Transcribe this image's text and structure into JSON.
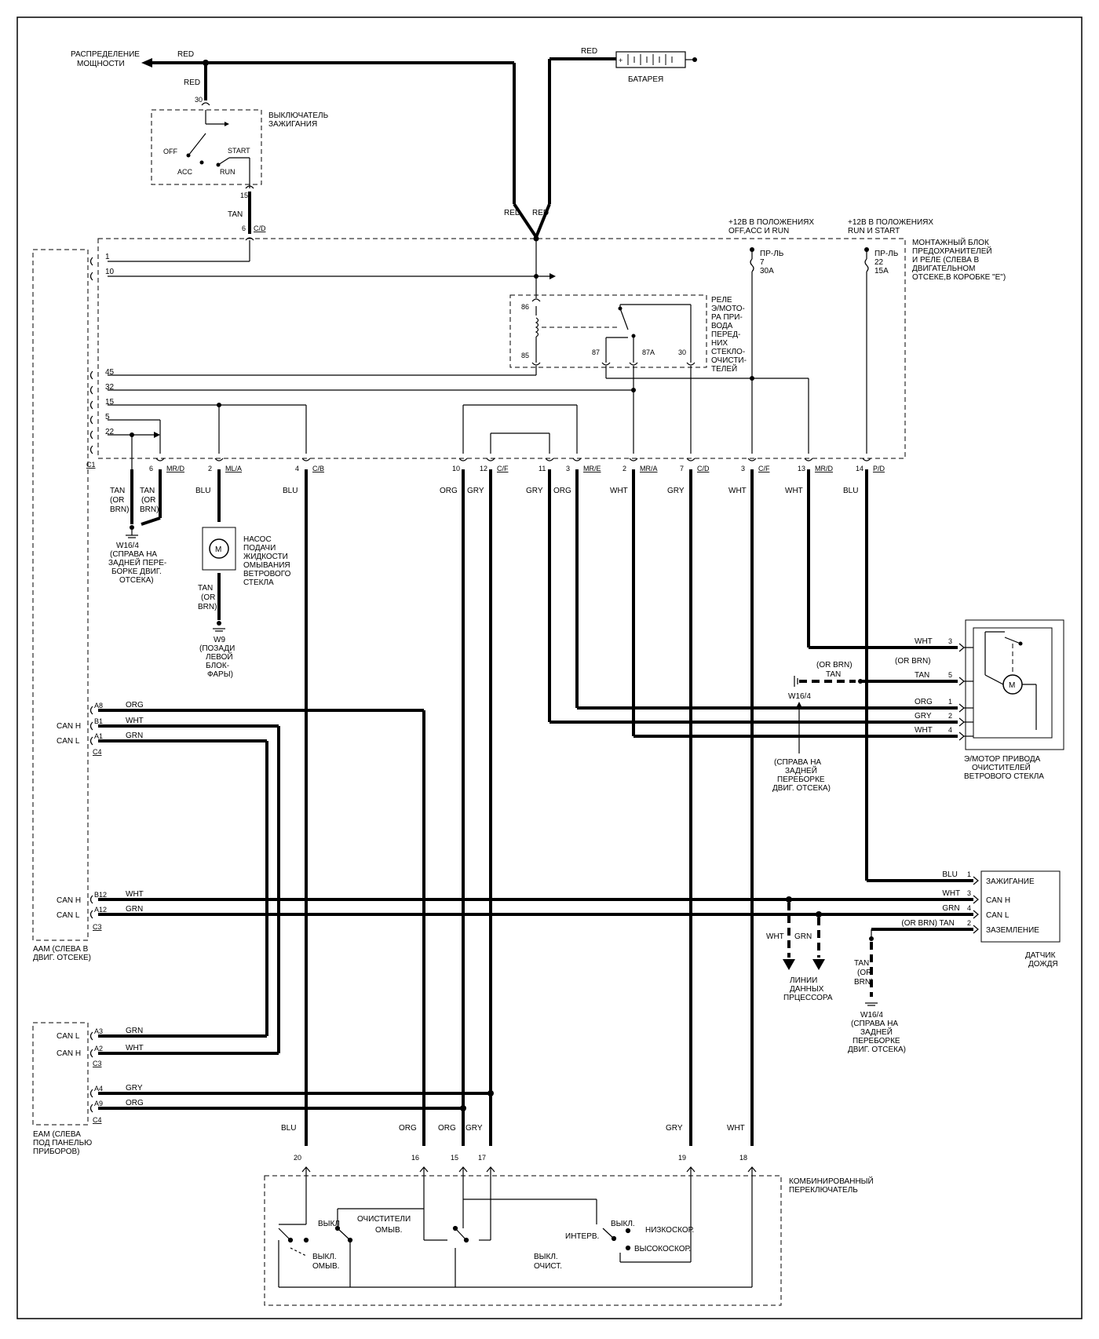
{
  "power": {
    "distribution": [
      "РАСПРЕДЕЛЕНИЕ",
      "МОЩНОСТИ"
    ],
    "red": "RED",
    "battery": "БАТАРЕЯ"
  },
  "ignition": {
    "title": [
      "ВЫКЛЮЧАТЕЛЬ",
      "ЗАЖИГАНИЯ"
    ],
    "pin_in": "30",
    "off": "OFF",
    "acc": "ACC",
    "run": "RUN",
    "start": "START",
    "pin_out": "15",
    "wire": "TAN",
    "conn_pin": "6",
    "conn": "C/D"
  },
  "fuse_box": {
    "title": [
      "МОНТАЖНЫЙ БЛОК",
      "ПРЕДОХРАНИТЕЛЕЙ",
      "И РЕЛЕ (СЛЕВА В",
      "ДВИГАТЕЛЬНОМ",
      "ОТСЕКЕ,В КОРОБКЕ \"E\")"
    ],
    "supply1": [
      "+12В В ПОЛОЖЕНИЯХ",
      "OFF,ACC И RUN"
    ],
    "supply2": [
      "+12В В ПОЛОЖЕНИЯХ",
      "RUN И START"
    ],
    "fuse1": [
      "ПР-ЛЬ",
      "7",
      "30A"
    ],
    "fuse2": [
      "ПР-ЛЬ",
      "22",
      "15A"
    ],
    "relay": [
      "РЕЛЕ",
      "Э/МОТО-",
      "РА ПРИ-",
      "ВОДА",
      "ПЕРЕД-",
      "НИХ",
      "СТЕКЛО-",
      "ОЧИСТИ-",
      "ТЕЛЕЙ"
    ],
    "relay_pins": [
      "86",
      "85",
      "87",
      "87A",
      "30"
    ],
    "left_pins": [
      "1",
      "10",
      "45",
      "32",
      "15",
      "5",
      "22"
    ],
    "c1": "C1"
  },
  "bottom_pins": [
    {
      "pin": "6",
      "conn": "MR/D",
      "wire": ""
    },
    {
      "pin": "2",
      "conn": "ML/A",
      "wire": "BLU"
    },
    {
      "pin": "4",
      "conn": "C/B",
      "wire": "BLU"
    },
    {
      "pin": "10",
      "conn": "",
      "wire": "ORG"
    },
    {
      "pin": "12",
      "conn": "C/F",
      "wire": "GRY"
    },
    {
      "pin": "11",
      "conn": "",
      "wire": "GRY"
    },
    {
      "pin": "3",
      "conn": "MR/E",
      "wire": "ORG"
    },
    {
      "pin": "2",
      "conn": "MR/A",
      "wire": "WHT"
    },
    {
      "pin": "7",
      "conn": "C/D",
      "wire": "GRY"
    },
    {
      "pin": "3",
      "conn": "C/F",
      "wire": "WHT"
    },
    {
      "pin": "13",
      "conn": "MR/D",
      "wire": "WHT"
    },
    {
      "pin": "14",
      "conn": "P/D",
      "wire": "BLU"
    }
  ],
  "ground_w16": {
    "wires": [
      "TAN",
      "(OR",
      "BRN)"
    ],
    "label": [
      "W16/4",
      "(СПРАВА НА",
      "ЗАДНЕЙ ПЕРЕ-",
      "БОРКЕ ДВИГ.",
      "ОТСЕКА)"
    ]
  },
  "pump": {
    "label": [
      "НАСОС",
      "ПОДАЧИ",
      "ЖИДКОСТИ",
      "ОМЫВАНИЯ",
      "ВЕТРОВОГО",
      "СТЕКЛА"
    ],
    "motor": "M",
    "wires": [
      "TAN",
      "(OR",
      "BRN)"
    ],
    "ground": [
      "W9",
      "(ПОЗАДИ",
      "ЛЕВОЙ",
      "БЛОК-",
      "ФАРЫ)"
    ]
  },
  "wiper_motor": {
    "label": [
      "Э/МОТОР ПРИВОДА",
      "ОЧИСТИТЕЛЕЙ",
      "ВЕТРОВОГО СТЕКЛА"
    ],
    "motor": "M",
    "rows": [
      {
        "wire": "WHT",
        "pin": "3"
      },
      {
        "wire": "(OR BRN)",
        "pin": ""
      },
      {
        "wire": "TAN",
        "pin": "5"
      },
      {
        "wire": "ORG",
        "pin": "1"
      },
      {
        "wire": "GRY",
        "pin": "2"
      },
      {
        "wire": "WHT",
        "pin": "4"
      }
    ],
    "ground_wire": [
      "(OR BRN)",
      "TAN"
    ],
    "ground": [
      "W16/4",
      "(СПРАВА НА",
      "ЗАДНЕЙ",
      "ПЕРЕБОРКЕ",
      "ДВИГ. ОТСЕКА)"
    ]
  },
  "aam": {
    "label": [
      "AAM (СЛЕВА В",
      "ДВИГ. ОТСЕКЕ)"
    ],
    "can_h": "CAN H",
    "can_l": "CAN L",
    "c4_pins": [
      {
        "pin": "A8",
        "wire": "ORG"
      },
      {
        "pin": "B1",
        "wire": "WHT"
      },
      {
        "pin": "A1",
        "wire": "GRN"
      }
    ],
    "c4": "C4",
    "c3_pins": [
      {
        "pin": "B12",
        "wire": "WHT"
      },
      {
        "pin": "A12",
        "wire": "GRN"
      }
    ],
    "c3": "C3"
  },
  "rain_sensor": {
    "label": [
      "ДАТЧИК",
      "ДОЖДЯ"
    ],
    "rows": [
      {
        "wire": "BLU",
        "pin": "1",
        "name": "ЗАЖИГАНИЕ"
      },
      {
        "wire": "WHT",
        "pin": "3",
        "name": "CAN H"
      },
      {
        "wire": "GRN",
        "pin": "4",
        "name": "CAN L"
      },
      {
        "wire": "(OR BRN)  TAN",
        "pin": "2",
        "name": "ЗАЗЕМЛЕНИЕ"
      }
    ],
    "ground_wires": [
      "TAN",
      "(OR",
      "BRN)"
    ],
    "ground": [
      "W16/4",
      "(СПРАВА НА",
      "ЗАДНЕЙ",
      "ПЕРЕБОРКЕ",
      "ДВИГ. ОТСЕКА)"
    ]
  },
  "data_lines": {
    "wht": "WHT",
    "grn": "GRN",
    "label": [
      "ЛИНИИ",
      "ДАННЫХ",
      "ПРЦЕССОРА"
    ]
  },
  "eam": {
    "label": [
      "EAM (СЛЕВА",
      "ПОД ПАНЕЛЬЮ",
      "ПРИБОРОВ)"
    ],
    "can_l": "CAN L",
    "can_h": "CAN H",
    "c3_pins": [
      {
        "pin": "A3",
        "wire": "GRN"
      },
      {
        "pin": "A2",
        "wire": "WHT"
      }
    ],
    "c3": "C3",
    "c4_pins": [
      {
        "pin": "A4",
        "wire": "GRY"
      },
      {
        "pin": "A9",
        "wire": "ORG"
      }
    ],
    "c4": "C4"
  },
  "combo_switch": {
    "label": [
      "КОМБИНИРОВАННЫЙ",
      "ПЕРЕКЛЮЧАТЕЛЬ"
    ],
    "pins": [
      {
        "pin": "20",
        "wire": "BLU"
      },
      {
        "pin": "16",
        "wire": "ORG"
      },
      {
        "pin": "15",
        "wire": "ORG"
      },
      {
        "pin": "17",
        "wire": "GRY"
      },
      {
        "pin": "19",
        "wire": "GRY"
      },
      {
        "pin": "18",
        "wire": "WHT"
      }
    ],
    "vykl": "ВЫКЛ",
    "wash": [
      "ОЧИСТИТЕЛИ",
      "ОМЫВ."
    ],
    "interv": "ИНТЕРВ.",
    "vykl2": "ВЫКЛ.",
    "low": "НИЗКОСКОР.",
    "high": "ВЫСОКОСКОР.",
    "vykl_wash": [
      "ВЫКЛ.",
      "ОМЫВ."
    ],
    "vykl_clean": [
      "ВЫКЛ.",
      "ОЧИСТ."
    ]
  }
}
